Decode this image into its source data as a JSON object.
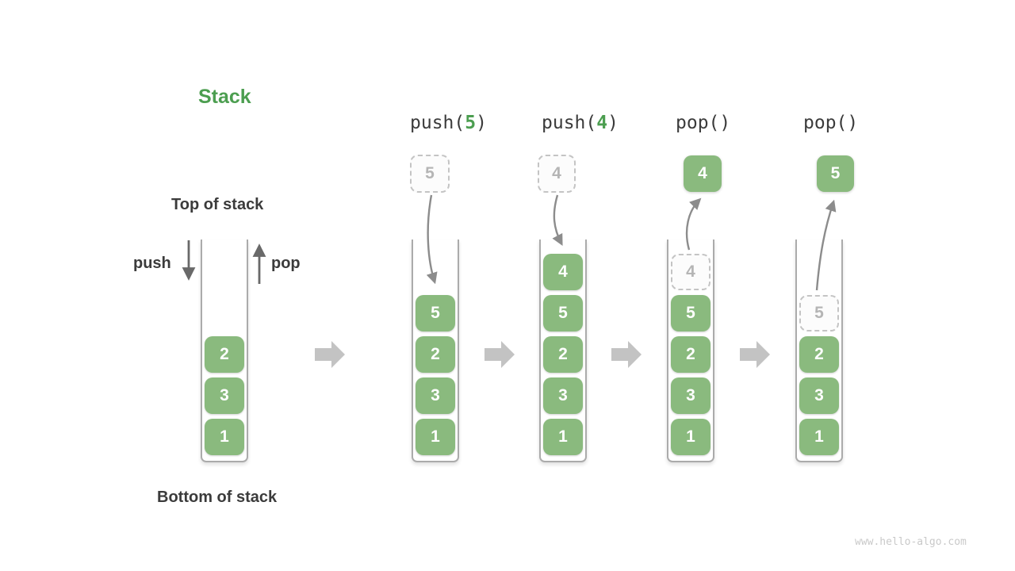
{
  "title": "Stack",
  "labels": {
    "top_of_stack": "Top of stack",
    "bottom_of_stack": "Bottom of stack",
    "push": "push",
    "pop": "pop"
  },
  "operations": [
    {
      "prefix": "push(",
      "arg": "5",
      "suffix": ")"
    },
    {
      "prefix": "push(",
      "arg": "4",
      "suffix": ")"
    },
    {
      "prefix": "pop(",
      "arg": "",
      "suffix": ")"
    },
    {
      "prefix": "pop(",
      "arg": "",
      "suffix": ")"
    }
  ],
  "stacks": [
    {
      "name": "initial-stack",
      "cells": [
        {
          "value": "2",
          "row": 2,
          "variant": "solid"
        },
        {
          "value": "3",
          "row": 3,
          "variant": "solid"
        },
        {
          "value": "1",
          "row": 4,
          "variant": "solid"
        }
      ]
    },
    {
      "name": "after-push-5",
      "floating": {
        "value": "5",
        "variant": "dashed"
      },
      "cells": [
        {
          "value": "5",
          "row": 1,
          "variant": "solid"
        },
        {
          "value": "2",
          "row": 2,
          "variant": "solid"
        },
        {
          "value": "3",
          "row": 3,
          "variant": "solid"
        },
        {
          "value": "1",
          "row": 4,
          "variant": "solid"
        }
      ]
    },
    {
      "name": "after-push-4",
      "floating": {
        "value": "4",
        "variant": "dashed"
      },
      "cells": [
        {
          "value": "4",
          "row": 0,
          "variant": "solid"
        },
        {
          "value": "5",
          "row": 1,
          "variant": "solid"
        },
        {
          "value": "2",
          "row": 2,
          "variant": "solid"
        },
        {
          "value": "3",
          "row": 3,
          "variant": "solid"
        },
        {
          "value": "1",
          "row": 4,
          "variant": "solid"
        }
      ]
    },
    {
      "name": "after-pop-4",
      "floating": {
        "value": "4",
        "variant": "solid"
      },
      "cells": [
        {
          "value": "4",
          "row": 0,
          "variant": "dashed"
        },
        {
          "value": "5",
          "row": 1,
          "variant": "solid"
        },
        {
          "value": "2",
          "row": 2,
          "variant": "solid"
        },
        {
          "value": "3",
          "row": 3,
          "variant": "solid"
        },
        {
          "value": "1",
          "row": 4,
          "variant": "solid"
        }
      ]
    },
    {
      "name": "after-pop-5",
      "floating": {
        "value": "5",
        "variant": "solid"
      },
      "cells": [
        {
          "value": "5",
          "row": 1,
          "variant": "dashed"
        },
        {
          "value": "2",
          "row": 2,
          "variant": "solid"
        },
        {
          "value": "3",
          "row": 3,
          "variant": "solid"
        },
        {
          "value": "1",
          "row": 4,
          "variant": "solid"
        }
      ]
    }
  ],
  "watermark": "www.hello-algo.com",
  "colors": {
    "accent_green_text": "#4c9e50",
    "item_green": "#8aba7e",
    "dark_text": "#3b3b3b",
    "container_gray": "#ababab",
    "curved_arrow_gray": "#8c8c8c",
    "straight_arrow_gray": "#696969",
    "block_arrow_gray": "#c3c3c3",
    "dashed_gray": "#c4c4c4"
  }
}
